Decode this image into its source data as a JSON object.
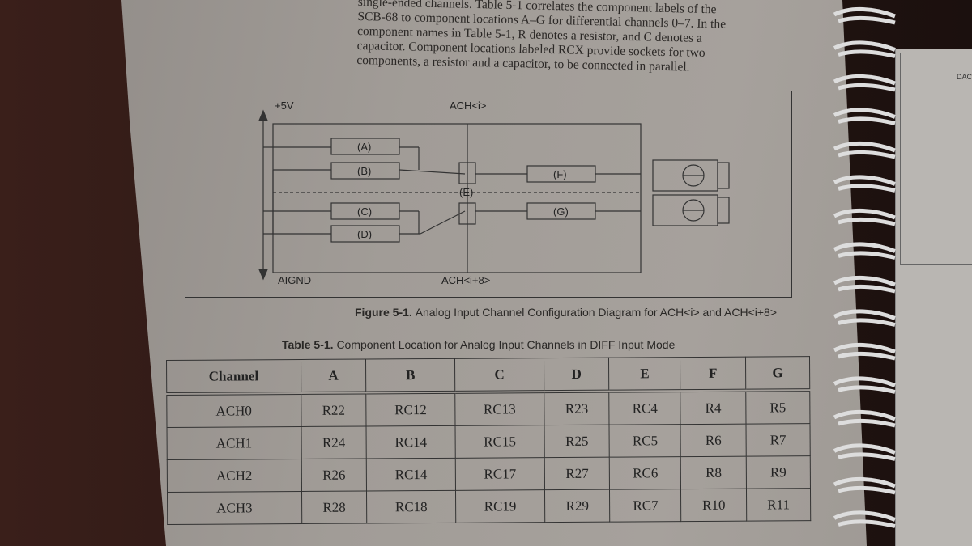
{
  "paragraph": [
    "single-ended channels. Table 5-1 correlates the component labels of the",
    "SCB-68 to component locations A–G for differential channels 0–7. In the",
    "component names in Table 5-1, R denotes a resistor, and C denotes a",
    "capacitor. Component locations labeled RCX provide sockets for two",
    "components, a resistor and a capacitor, to be connected in parallel."
  ],
  "diagram": {
    "plus5v": "+5V",
    "ach_i": "ACH<i>",
    "aignd": "AIGND",
    "ach_i8": "ACH<i+8>",
    "components": [
      "(A)",
      "(B)",
      "(C)",
      "(D)",
      "(E)",
      "(F)",
      "(G)"
    ]
  },
  "figure_caption": {
    "label": "Figure 5-1.",
    "text": "Analog Input Channel Configuration Diagram for ACH<i> and ACH<i+8>"
  },
  "table_caption": {
    "label": "Table 5-1.",
    "text": "Component Location for Analog Input Channels in DIFF Input Mode"
  },
  "table": {
    "headers": [
      "Channel",
      "A",
      "B",
      "C",
      "D",
      "E",
      "F",
      "G"
    ],
    "rows": [
      [
        "ACH0",
        "R22",
        "RC12",
        "RC13",
        "R23",
        "RC4",
        "R4",
        "R5"
      ],
      [
        "ACH1",
        "R24",
        "RC14",
        "RC15",
        "R25",
        "RC5",
        "R6",
        "R7"
      ],
      [
        "ACH2",
        "R26",
        "RC14",
        "RC17",
        "R27",
        "RC6",
        "R8",
        "R9"
      ],
      [
        "ACH3",
        "R28",
        "RC18",
        "RC19",
        "R29",
        "RC7",
        "R10",
        "R11"
      ]
    ]
  },
  "right_page": {
    "label": "DAC"
  }
}
